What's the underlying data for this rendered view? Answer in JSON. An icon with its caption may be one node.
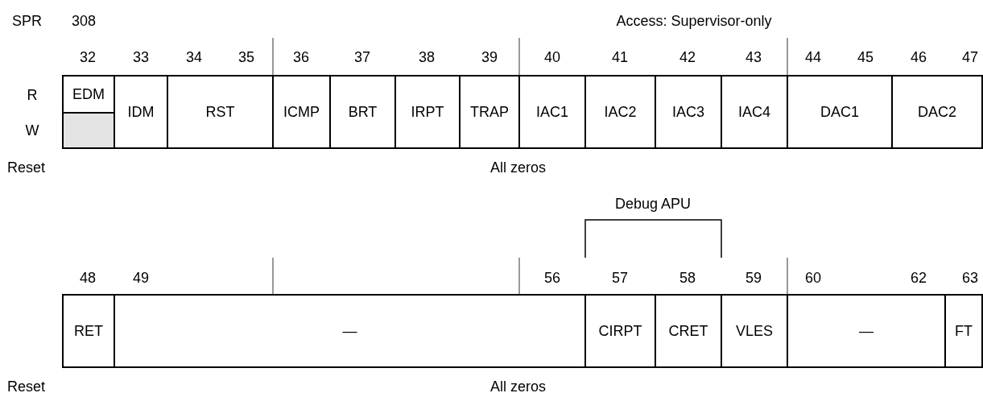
{
  "diagram": {
    "nodes": [
      {
        "text": [
          "EDM"
        ]
      },
      {
        "text": [
          "IDM"
        ]
      },
      {
        "text": [
          "RST"
        ]
      },
      {
        "text": [
          "ICMP"
        ]
      },
      {
        "text": [
          "BRT"
        ]
      },
      {
        "text": [
          "IRPT"
        ]
      },
      {
        "text": [
          "TRAP"
        ]
      },
      {
        "text": [
          "IAC1"
        ]
      },
      {
        "text": [
          "IAC2"
        ]
      },
      {
        "text": [
          "IAC3"
        ]
      },
      {
        "text": [
          "IAC4"
        ]
      },
      {
        "text": [
          "DAC1"
        ]
      },
      {
        "text": [
          "DAC2"
        ]
      },
      {
        "text": [
          "RET"
        ]
      },
      {
        "text": [
          "—"
        ]
      },
      {
        "text": [
          "CIRPT"
        ]
      },
      {
        "text": [
          "CRET"
        ]
      },
      {
        "text": [
          "VLES"
        ]
      },
      {
        "text": [
          "—"
        ]
      },
      {
        "text": [
          "FT"
        ]
      }
    ],
    "labels": [
      "SPR",
      "308",
      "Access: Supervisor-only",
      "32",
      "33",
      "34",
      "35",
      "36",
      "37",
      "38",
      "39",
      "40",
      "41",
      "42",
      "43",
      "44",
      "45",
      "46",
      "47",
      "R",
      "W",
      "Reset",
      "All zeros",
      "Debug APU",
      "48",
      "49",
      "56",
      "57",
      "58",
      "59",
      "60",
      "62",
      "63",
      "Reset",
      "All zeros"
    ]
  }
}
